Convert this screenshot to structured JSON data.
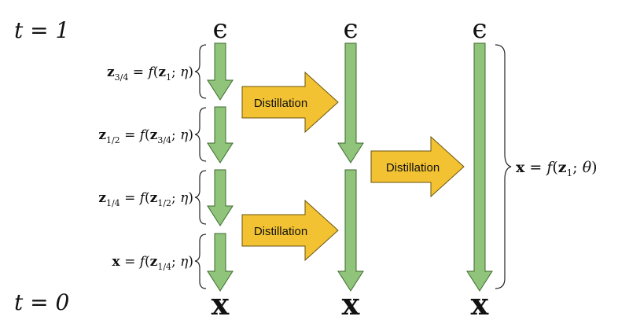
{
  "time_labels": {
    "top": "t = 1",
    "bottom": "t = 0"
  },
  "symbols": {
    "noise": "ϵ",
    "data": "x"
  },
  "step_equations": [
    {
      "lhs": "z",
      "lhs_sub": "3/4",
      "rhs_arg": "z",
      "rhs_arg_sub": "1",
      "param": "η"
    },
    {
      "lhs": "z",
      "lhs_sub": "1/2",
      "rhs_arg": "z",
      "rhs_arg_sub": "3/4",
      "param": "η"
    },
    {
      "lhs": "z",
      "lhs_sub": "1/4",
      "rhs_arg": "z",
      "rhs_arg_sub": "1/2",
      "param": "η"
    },
    {
      "lhs": "x",
      "lhs_sub": "",
      "rhs_arg": "z",
      "rhs_arg_sub": "1/4",
      "param": "η"
    }
  ],
  "final_equation": {
    "lhs": "x",
    "rhs_arg": "z",
    "rhs_arg_sub": "1",
    "param": "θ"
  },
  "distill_labels": [
    "Distillation",
    "Distillation",
    "Distillation"
  ],
  "colors": {
    "arrow_fill": "#8fc47a",
    "arrow_stroke": "#3c6a2c",
    "distill_fill": "#f2c232",
    "distill_stroke": "#6b5410",
    "text": "#111111"
  }
}
